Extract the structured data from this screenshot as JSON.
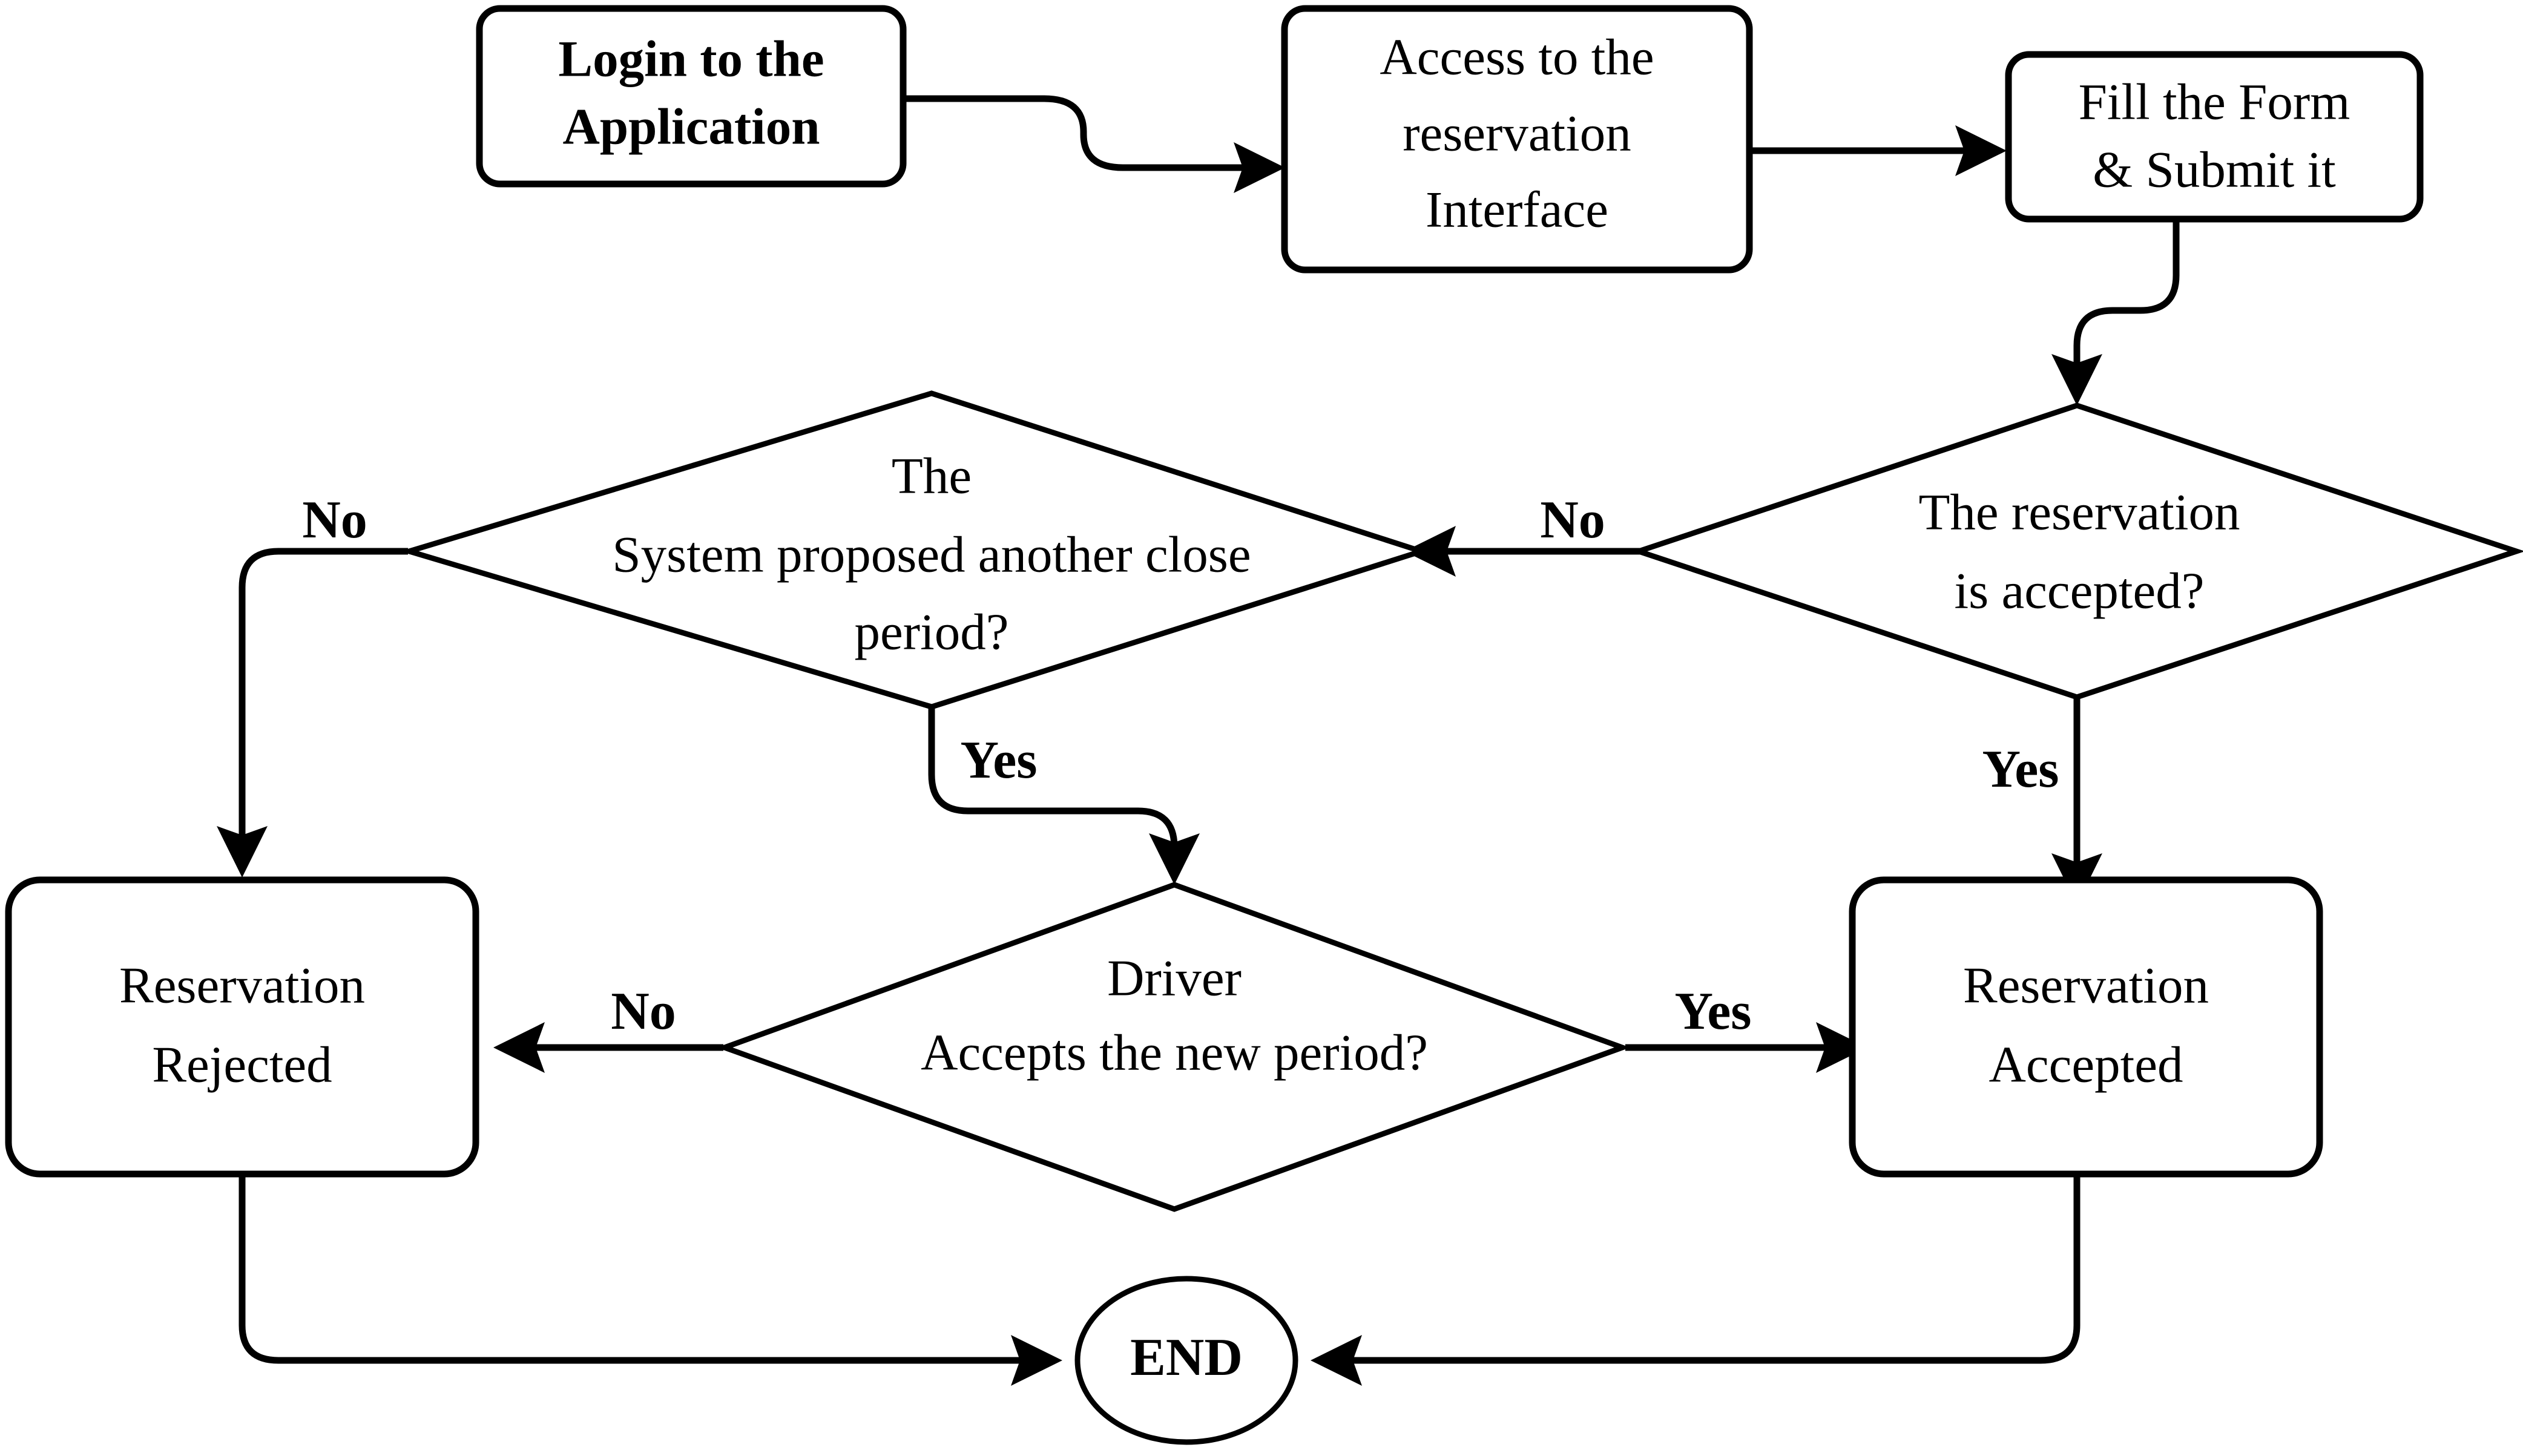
{
  "diagram": {
    "title": "Reservation Workflow Flowchart",
    "background_color": "#ffffff",
    "line_color": "#000000",
    "nodes": {
      "login": {
        "shape": "rounded-rectangle",
        "style": "bold",
        "line1": "Login to the",
        "line2": "Application"
      },
      "access": {
        "shape": "rounded-rectangle",
        "style": "regular",
        "line1": "Access to the",
        "line2": "reservation",
        "line3": "Interface"
      },
      "fill_form": {
        "shape": "rounded-rectangle",
        "style": "regular",
        "line1": "Fill the Form",
        "line2": "& Submit it"
      },
      "reservation_accepted_decision": {
        "shape": "diamond",
        "style": "regular",
        "line1": "The reservation",
        "line2": "is accepted?"
      },
      "system_proposed_decision": {
        "shape": "diamond",
        "style": "regular",
        "line1": "The",
        "line2": "System proposed another close",
        "line3": "period?"
      },
      "driver_accepts_decision": {
        "shape": "diamond",
        "style": "regular",
        "line1": "Driver",
        "line2": "Accepts the new period?"
      },
      "reservation_rejected": {
        "shape": "rounded-rectangle",
        "style": "regular",
        "line1": "Reservation",
        "line2": "Rejected"
      },
      "reservation_accepted": {
        "shape": "rounded-rectangle",
        "style": "regular",
        "line1": "Reservation",
        "line2": "Accepted"
      },
      "end": {
        "shape": "ellipse",
        "style": "bold",
        "line1": "END"
      }
    },
    "edge_labels": {
      "accepted_to_proposed_no": "No",
      "accepted_yes": "Yes",
      "proposed_no": "No",
      "proposed_yes": "Yes",
      "driver_no": "No",
      "driver_yes": "Yes"
    }
  }
}
